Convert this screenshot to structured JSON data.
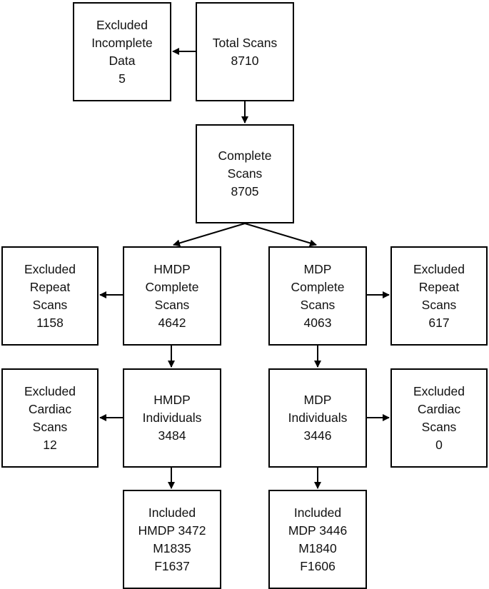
{
  "total": {
    "lines": [
      "Total Scans",
      "8710"
    ]
  },
  "excluded_incomplete": {
    "lines": [
      "Excluded",
      "Incomplete",
      "Data",
      "5"
    ]
  },
  "complete": {
    "lines": [
      "Complete",
      "Scans",
      "8705"
    ]
  },
  "hmdp_complete": {
    "lines": [
      "HMDP",
      "Complete",
      "Scans",
      "4642"
    ]
  },
  "mdp_complete": {
    "lines": [
      "MDP",
      "Complete",
      "Scans",
      "4063"
    ]
  },
  "excluded_repeat_hmdp": {
    "lines": [
      "Excluded",
      "Repeat",
      "Scans",
      "1158"
    ]
  },
  "excluded_repeat_mdp": {
    "lines": [
      "Excluded",
      "Repeat",
      "Scans",
      "617"
    ]
  },
  "hmdp_individuals": {
    "lines": [
      "HMDP",
      "Individuals",
      "3484"
    ]
  },
  "mdp_individuals": {
    "lines": [
      "MDP",
      "Individuals",
      "3446"
    ]
  },
  "excluded_cardiac_hmdp": {
    "lines": [
      "Excluded",
      "Cardiac",
      "Scans",
      "12"
    ]
  },
  "excluded_cardiac_mdp": {
    "lines": [
      "Excluded",
      "Cardiac",
      "Scans",
      "0"
    ]
  },
  "included_hmdp": {
    "lines": [
      "Included",
      "HMDP 3472",
      "M1835",
      "F1637"
    ]
  },
  "included_mdp": {
    "lines": [
      "Included",
      "MDP 3446",
      "M1840",
      "F1606"
    ]
  }
}
